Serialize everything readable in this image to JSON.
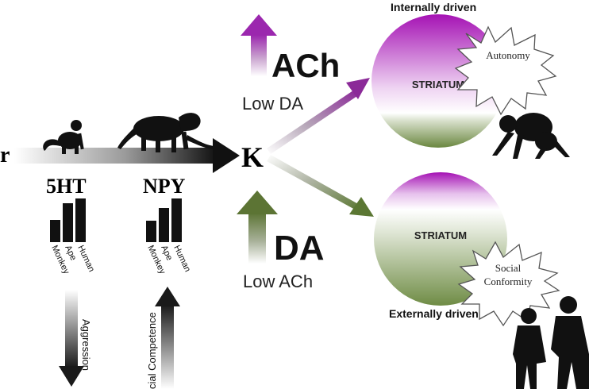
{
  "left_edge_label": "r",
  "hub_label": "K",
  "neurotransmitters": [
    {
      "name": "5HT",
      "bars": [
        "Monkey",
        "Ape",
        "Human"
      ]
    },
    {
      "name": "NPY",
      "bars": [
        "Monkey",
        "Ape",
        "Human"
      ]
    }
  ],
  "side_arrows": {
    "left": "Aggression",
    "right": "cial Competence"
  },
  "top_branch": {
    "chemical": "ACh",
    "condition": "Low DA",
    "mode": "Internally driven",
    "region": "STRIATUM",
    "burst": "Autonomy"
  },
  "bottom_branch": {
    "chemical": "DA",
    "condition": "Low ACh",
    "mode": "Externally driven",
    "region": "STRIATUM",
    "burst_lines": [
      "Social",
      "Conformity"
    ]
  },
  "colors": {
    "purple": "#a512b4",
    "green": "#5b7733",
    "ach_arrow": "#9b27ae",
    "da_arrow": "#5c7434"
  },
  "icons": [
    "monkey-silhouette",
    "baboon-silhouette",
    "chimpanzee-silhouette",
    "human-pair-silhouette"
  ]
}
